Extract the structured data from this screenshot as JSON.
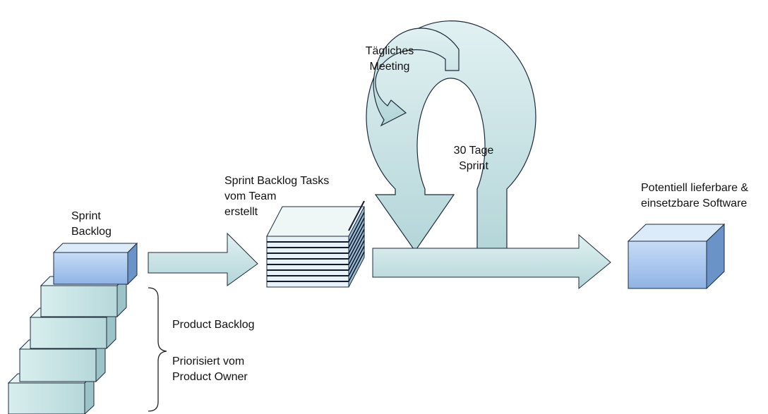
{
  "labels": {
    "sprint_backlog": [
      "Sprint",
      "Backlog"
    ],
    "product_backlog": "Product Backlog",
    "prioritized_by": [
      "Priorisiert vom",
      "Product Owner"
    ],
    "sprint_tasks": [
      "Sprint Backlog Tasks",
      "vom Team",
      "erstellt"
    ],
    "daily_meeting": [
      "Tägliches",
      "Meeting"
    ],
    "sprint_duration": [
      "30 Tage",
      "Sprint"
    ],
    "deliverable": [
      "Potentiell lieferbare &",
      "einsetzbare Software"
    ]
  },
  "colors": {
    "box_face": "#c9e6e6",
    "box_top": "#e3f3f3",
    "box_side": "#9cc3c7",
    "sprint_box_face": "#a9c8f0",
    "sprint_box_top": "#dcebfa",
    "sprint_box_side": "#6a94c8",
    "arrow_fill": "#c6e2e4",
    "stroke": "#1c2b3a",
    "stack_dark": "#101c2e",
    "stack_light": "#8aa7cc"
  }
}
